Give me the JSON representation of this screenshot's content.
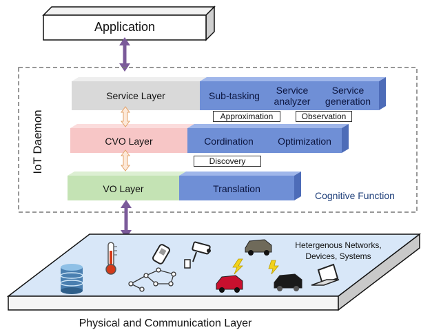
{
  "application": {
    "label": "Application"
  },
  "daemon": {
    "title": "IoT Daemon",
    "cognitive_label": "Cognitive Function"
  },
  "layers": {
    "service": {
      "label": "Service Layer",
      "modules": [
        "Sub-tasking",
        "Service analyzer",
        "Service generation"
      ]
    },
    "cvo": {
      "label": "CVO Layer",
      "modules": [
        "Cordination",
        "Optimization"
      ]
    },
    "vo": {
      "label": "VO Layer",
      "modules": [
        "Translation"
      ]
    }
  },
  "tags": {
    "approximation": "Approximation",
    "observation": "Observation",
    "discovery": "Discovery"
  },
  "physical": {
    "label": "Physical and Communication Layer",
    "caption": "Hetergenous Networks, Devices, Systems"
  },
  "icons": [
    "database-icon",
    "thermometer-icon",
    "phone-icon",
    "camera-icon",
    "network-graph-icon",
    "car-icon",
    "wireless-link-icon",
    "laptop-icon"
  ],
  "colors": {
    "service_left": "#d9d9d9",
    "cvo_left": "#f7c6c6",
    "vo_left": "#c4e3b4",
    "module_blue": "#6f8fd6",
    "platform": "#d8e7f8",
    "arrow": "#7b5a9a"
  }
}
